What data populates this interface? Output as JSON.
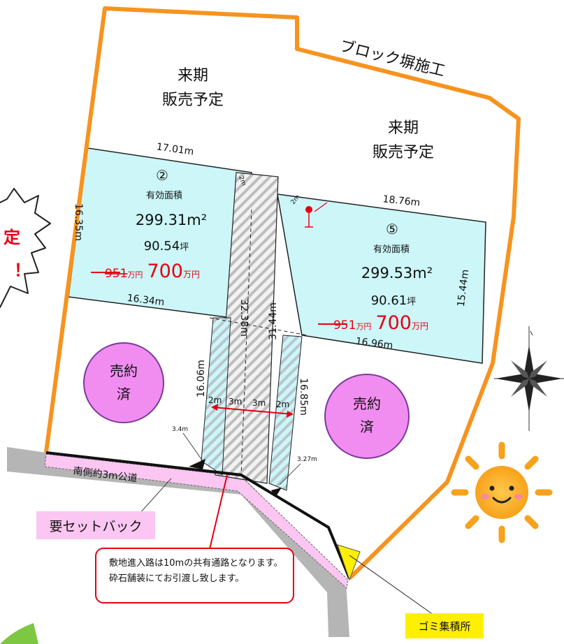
{
  "wall_label": "ブロック塀施工",
  "upper_left": {
    "line1": "来期",
    "line2": "販売予定"
  },
  "upper_right": {
    "line1": "来期",
    "line2": "販売予定"
  },
  "lot2": {
    "number": "②",
    "area_title": "有効面積",
    "area_m2": "299.31",
    "area_unit": "m²",
    "tsubo": "90.54",
    "tsubo_unit": "坪",
    "old_price": "951",
    "old_price_unit": "万円",
    "new_price": "700",
    "new_price_unit": "万円",
    "dim_top": "17.01m",
    "dim_left": "16.35m",
    "dim_bottom": "16.34m",
    "corner_cut": "2m"
  },
  "lot5": {
    "number": "⑤",
    "area_title": "有効面積",
    "area_m2": "299.53",
    "area_unit": "m²",
    "tsubo": "90.61",
    "tsubo_unit": "坪",
    "old_price": "951",
    "old_price_unit": "万円",
    "new_price": "700",
    "new_price_unit": "万円",
    "dim_top": "18.76m",
    "dim_right": "15.44m",
    "dim_bottom": "16.96m",
    "corner_cut": "2m"
  },
  "sold_left": {
    "line1": "売約",
    "line2": "済"
  },
  "sold_right": {
    "line1": "売約",
    "line2": "済"
  },
  "driveway": {
    "len_left": "32.38m",
    "len_right": "31.44m",
    "side_left": "16.06m",
    "side_right": "16.85m",
    "w_2m_left": "2m",
    "w_3m_left": "3m",
    "w_3m_right": "3m",
    "w_2m_right": "2m",
    "corner_left": "3.4m",
    "corner_right": "3.27m"
  },
  "road_label": "南側約3m公道",
  "setback_label": "要セットバック",
  "note": {
    "line1": "敷地進入路は10mの共有通路となります。",
    "line2": "砕石舗装にてお引渡し致します。"
  },
  "gomi_label": "ゴミ集積所",
  "burst": {
    "line1": "定",
    "line2": "！"
  },
  "colors": {
    "boundary": "#f7931e",
    "lot_fill": "#ccf6f8",
    "sold_fill": "#f18df0",
    "price_red": "#e60012",
    "setback_pink": "#fbc6f2",
    "gomi_yellow": "#ffef00",
    "road_gray": "#b5b5b5"
  },
  "icons": [
    "sun-icon",
    "compass-rose-icon",
    "north-flag-icon"
  ]
}
